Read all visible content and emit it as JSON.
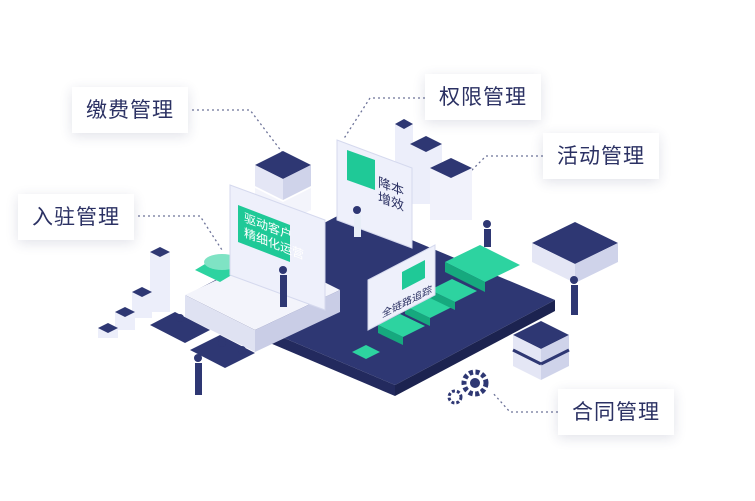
{
  "labels": {
    "payment": "缴费管理",
    "permission": "权限管理",
    "activity": "活动管理",
    "onboarding": "入驻管理",
    "contract": "合同管理"
  },
  "screens": {
    "left_line1": "驱动客户",
    "left_line2": "精细化运营",
    "center_line1": "降本",
    "center_line2": "增效",
    "right": "全链路追踪"
  },
  "colors": {
    "navy": "#2e3773",
    "green": "#1fc997",
    "text": "#2b3163",
    "panel": "#eef0fb"
  }
}
